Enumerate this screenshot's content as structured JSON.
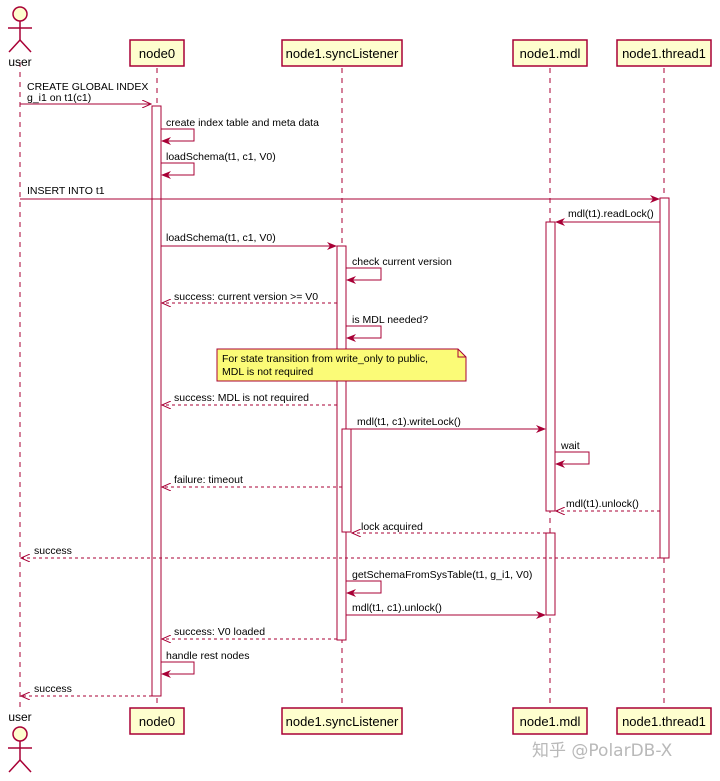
{
  "diagram": {
    "type": "sequence",
    "actor": {
      "top_label": "user",
      "bottom_label": "user"
    },
    "participants": [
      {
        "id": "node0",
        "label": "node0"
      },
      {
        "id": "listener",
        "label": "node1.syncListener"
      },
      {
        "id": "mdl",
        "label": "node1.mdl"
      },
      {
        "id": "thread",
        "label": "node1.thread1"
      }
    ],
    "messages": [
      {
        "id": "m1",
        "label_line1": "CREATE GLOBAL INDEX",
        "label_line2": "g_i1 on t1(c1)",
        "from": "user",
        "to": "node0",
        "style": "async"
      },
      {
        "id": "m2",
        "label": "create index table and meta data",
        "from": "node0",
        "to": "node0",
        "style": "self"
      },
      {
        "id": "m3",
        "label": "loadSchema(t1, c1, V0)",
        "from": "node0",
        "to": "node0",
        "style": "self"
      },
      {
        "id": "m4",
        "label": "INSERT INTO t1",
        "from": "user",
        "to": "thread",
        "style": "solid"
      },
      {
        "id": "m5",
        "label": "mdl(t1).readLock()",
        "from": "thread",
        "to": "mdl",
        "style": "solid"
      },
      {
        "id": "m6",
        "label": "loadSchema(t1, c1, V0)",
        "from": "node0",
        "to": "listener",
        "style": "solid"
      },
      {
        "id": "m7",
        "label": "check current version",
        "from": "listener",
        "to": "listener",
        "style": "self"
      },
      {
        "id": "m8",
        "label": "success: current version >= V0",
        "from": "listener",
        "to": "node0",
        "style": "dashed"
      },
      {
        "id": "m9",
        "label": "is MDL needed?",
        "from": "listener",
        "to": "listener",
        "style": "self"
      },
      {
        "id": "m10",
        "label": "success: MDL is not required",
        "from": "listener",
        "to": "node0",
        "style": "dashed"
      },
      {
        "id": "m11",
        "label": "mdl(t1, c1).writeLock()",
        "from": "listener",
        "to": "mdl",
        "style": "solid"
      },
      {
        "id": "m12",
        "label": "wait",
        "from": "mdl",
        "to": "mdl",
        "style": "self"
      },
      {
        "id": "m13",
        "label": "failure: timeout",
        "from": "listener",
        "to": "node0",
        "style": "dashed"
      },
      {
        "id": "m14",
        "label": "mdl(t1).unlock()",
        "from": "thread",
        "to": "mdl",
        "style": "dashed"
      },
      {
        "id": "m15",
        "label": "lock acquired",
        "from": "mdl",
        "to": "listener",
        "style": "dashed"
      },
      {
        "id": "m16",
        "label": "success",
        "from": "thread",
        "to": "user",
        "style": "dashed"
      },
      {
        "id": "m17",
        "label": "getSchemaFromSysTable(t1, g_i1, V0)",
        "from": "listener",
        "to": "listener",
        "style": "self"
      },
      {
        "id": "m18",
        "label": "mdl(t1, c1).unlock()",
        "from": "listener",
        "to": "mdl",
        "style": "solid"
      },
      {
        "id": "m19",
        "label": "success: V0 loaded",
        "from": "listener",
        "to": "node0",
        "style": "dashed"
      },
      {
        "id": "m20",
        "label": "handle rest nodes",
        "from": "node0",
        "to": "node0",
        "style": "self"
      },
      {
        "id": "m21",
        "label": "success",
        "from": "node0",
        "to": "user",
        "style": "dashed"
      }
    ],
    "note": {
      "line1": "For state transition from write_only to public,",
      "line2": "MDL is not required"
    },
    "watermark": "知乎 @PolarDB-X",
    "colors": {
      "participant_fill": "#fefece",
      "participant_border": "#a80036",
      "arrow": "#a80036",
      "lifeline": "#a80036",
      "note_fill": "#fbfb77",
      "note_border": "#a80036",
      "activation_fill": "#ffffff"
    }
  }
}
